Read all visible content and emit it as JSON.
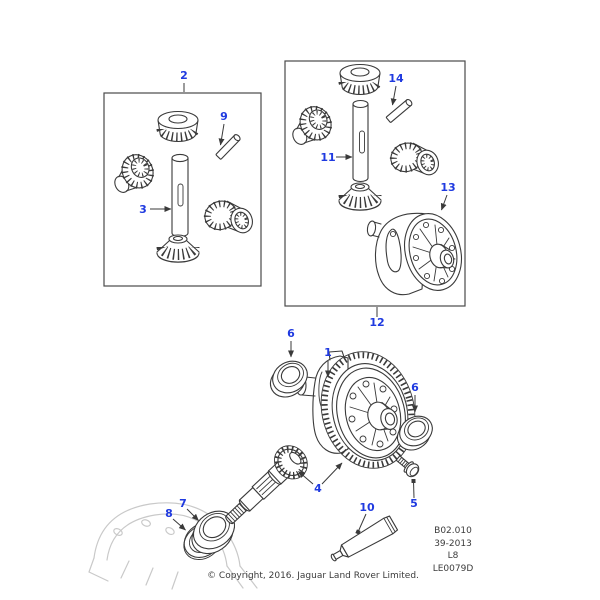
{
  "diagram": {
    "type": "exploded-parts-diagram",
    "subject": "differential crown wheel and pinion assembly",
    "callouts": [
      {
        "label": "1"
      },
      {
        "label": "2"
      },
      {
        "label": "3"
      },
      {
        "label": "4"
      },
      {
        "label": "5"
      },
      {
        "label": "6"
      },
      {
        "label": "6"
      },
      {
        "label": "7"
      },
      {
        "label": "8"
      },
      {
        "label": "9"
      },
      {
        "label": "10"
      },
      {
        "label": "11"
      },
      {
        "label": "12"
      },
      {
        "label": "13"
      },
      {
        "label": "14"
      }
    ],
    "title_block": {
      "line1": "B02.010",
      "line2": "39-2013",
      "line3": "L8",
      "line4": "LE0079D"
    },
    "copyright": "© Copyright, 2016. Jaguar Land Rover Limited.",
    "colors": {
      "callout_blue": "#1f3ae0",
      "line": "#3a3a3a",
      "ghost_outline": "#c9c9c9",
      "background": "#ffffff"
    }
  }
}
